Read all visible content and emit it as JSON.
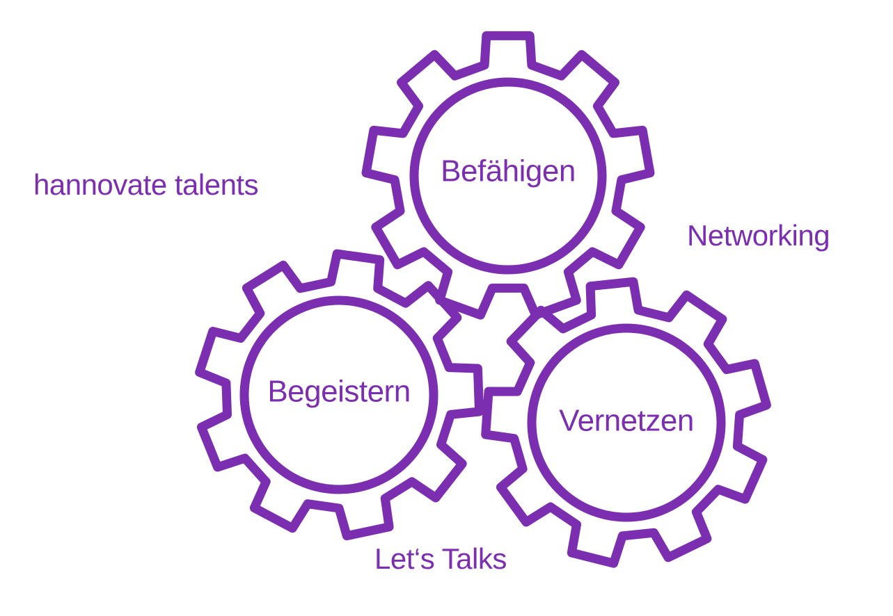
{
  "colors": {
    "accent": "#7b2fb0",
    "background": "#ffffff"
  },
  "labels": {
    "hannovate": "hannovate talents",
    "networking": "Networking",
    "lets_talks": "Let‘s Talks"
  },
  "gears": [
    {
      "id": "befaehigen",
      "label": "Befähigen"
    },
    {
      "id": "begeistern",
      "label": "Begeistern"
    },
    {
      "id": "vernetzen",
      "label": "Vernetzen"
    }
  ]
}
